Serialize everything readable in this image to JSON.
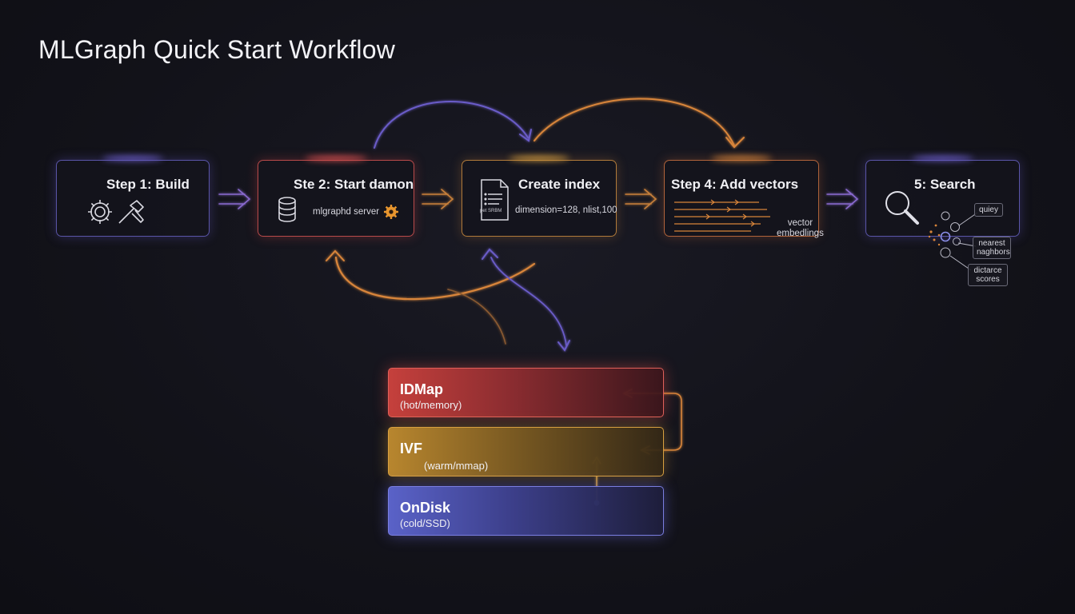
{
  "title": "MLGraph Quick Start Workflow",
  "steps": [
    {
      "title": "Step 1: Build",
      "icons": [
        "gear-icon",
        "hammer-icon"
      ]
    },
    {
      "title": "Ste 2: Start damon",
      "sub": "mlgraphd server",
      "icons": [
        "database-icon",
        "gear-icon"
      ]
    },
    {
      "title": "Create index",
      "sub": "dimension=128, nlist,100",
      "doc_label": "pet SRBM",
      "icons": [
        "document-icon"
      ]
    },
    {
      "title": "Step 4: Add vectors",
      "sub_lines": [
        "vector",
        "embedlings"
      ]
    },
    {
      "title": "5: Search",
      "icons": [
        "magnifier-icon"
      ],
      "tags": [
        "quiey",
        "nearest\nnaghbors",
        "dictarce\nscores"
      ]
    }
  ],
  "tiers": [
    {
      "name": "IDMap",
      "sub": "(hot/memory)"
    },
    {
      "name": "IVF",
      "sub": "(warm/mmap)"
    },
    {
      "name": "OnDisk",
      "sub": "(cold/SSD)"
    }
  ],
  "colors": {
    "purple": "#7a68d8",
    "red": "#d85050",
    "orange": "#d8853a",
    "gold": "#d8a040",
    "blue": "#6c70dc"
  }
}
